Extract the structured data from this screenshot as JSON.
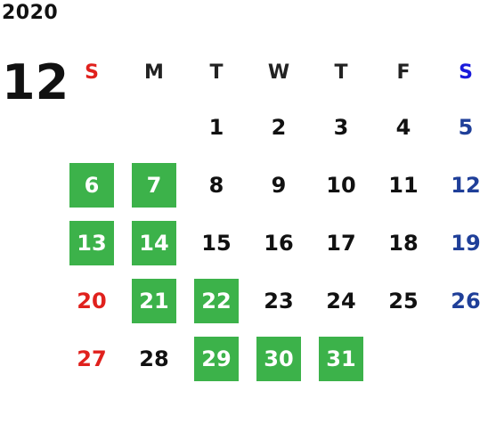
{
  "calendar": {
    "year": "2020",
    "month": "12",
    "weekdays": [
      "S",
      "M",
      "T",
      "W",
      "T",
      "F",
      "S"
    ],
    "weeks": [
      [
        {
          "label": "",
          "highlight": false
        },
        {
          "label": "",
          "highlight": false
        },
        {
          "label": "1",
          "highlight": false
        },
        {
          "label": "2",
          "highlight": false
        },
        {
          "label": "3",
          "highlight": false
        },
        {
          "label": "4",
          "highlight": false
        },
        {
          "label": "5",
          "highlight": false
        }
      ],
      [
        {
          "label": "6",
          "highlight": true
        },
        {
          "label": "7",
          "highlight": true
        },
        {
          "label": "8",
          "highlight": false
        },
        {
          "label": "9",
          "highlight": false
        },
        {
          "label": "10",
          "highlight": false
        },
        {
          "label": "11",
          "highlight": false
        },
        {
          "label": "12",
          "highlight": false
        }
      ],
      [
        {
          "label": "13",
          "highlight": true
        },
        {
          "label": "14",
          "highlight": true
        },
        {
          "label": "15",
          "highlight": false
        },
        {
          "label": "16",
          "highlight": false
        },
        {
          "label": "17",
          "highlight": false
        },
        {
          "label": "18",
          "highlight": false
        },
        {
          "label": "19",
          "highlight": false
        }
      ],
      [
        {
          "label": "20",
          "highlight": false
        },
        {
          "label": "21",
          "highlight": true
        },
        {
          "label": "22",
          "highlight": true
        },
        {
          "label": "23",
          "highlight": false
        },
        {
          "label": "24",
          "highlight": false
        },
        {
          "label": "25",
          "highlight": false
        },
        {
          "label": "26",
          "highlight": false
        }
      ],
      [
        {
          "label": "27",
          "highlight": false
        },
        {
          "label": "28",
          "highlight": false
        },
        {
          "label": "29",
          "highlight": true
        },
        {
          "label": "30",
          "highlight": true
        },
        {
          "label": "31",
          "highlight": true
        },
        {
          "label": "",
          "highlight": false
        },
        {
          "label": "",
          "highlight": false
        }
      ]
    ]
  },
  "colors": {
    "highlight": "#3cb24a",
    "sunday": "#e0211d",
    "saturday_header": "#1a1adb",
    "saturday_day": "#1f3f99",
    "text": "#111111"
  }
}
